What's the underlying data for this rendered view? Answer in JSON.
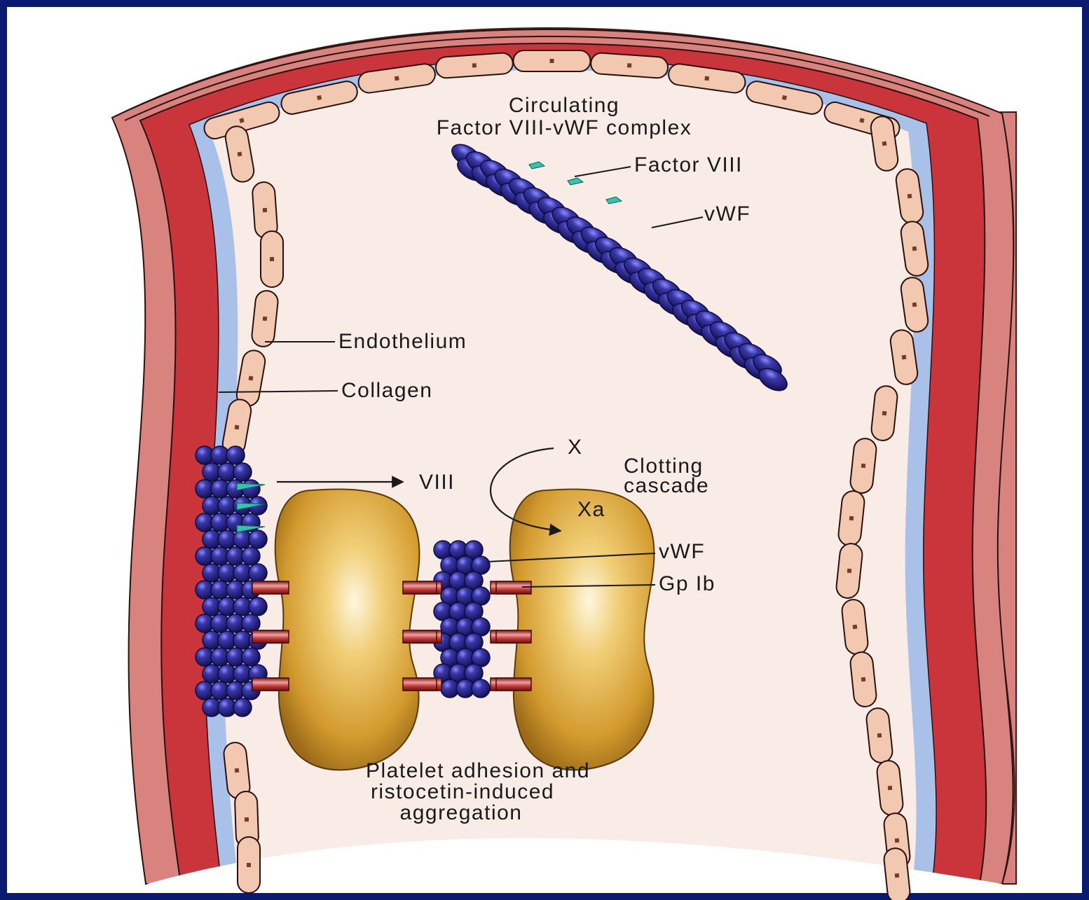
{
  "labels": {
    "title_line1": "Circulating",
    "title_line2": "Factor VIII-vWF complex",
    "factor_viii": "Factor VIII",
    "vwf_top": "vWF",
    "endothelium": "Endothelium",
    "collagen": "Collagen",
    "viii": "VIII",
    "x": "X",
    "xa": "Xa",
    "clotting_line1": "Clotting",
    "clotting_line2": "cascade",
    "vwf_bottom": "vWF",
    "gp_ib": "Gp Ib",
    "caption_line1": "Platelet adhesion and",
    "caption_line2": "ristocetin-induced",
    "caption_line3": "aggregation"
  },
  "colors": {
    "frame": "#0a1a6e",
    "lumen": "#f9ece6",
    "outer_wall": "#d9837f",
    "muscle_wall": "#c9353b",
    "collagen_layer": "#a9c1e8",
    "endothelial_cell": "#f3c8b0",
    "nucleus": "#7a3a2a",
    "vwf_bead": "#2c2a8a",
    "factor_viii": "#36c2b0",
    "platelet": "#d8a23a",
    "gp_ib_bar": "#b03030"
  }
}
